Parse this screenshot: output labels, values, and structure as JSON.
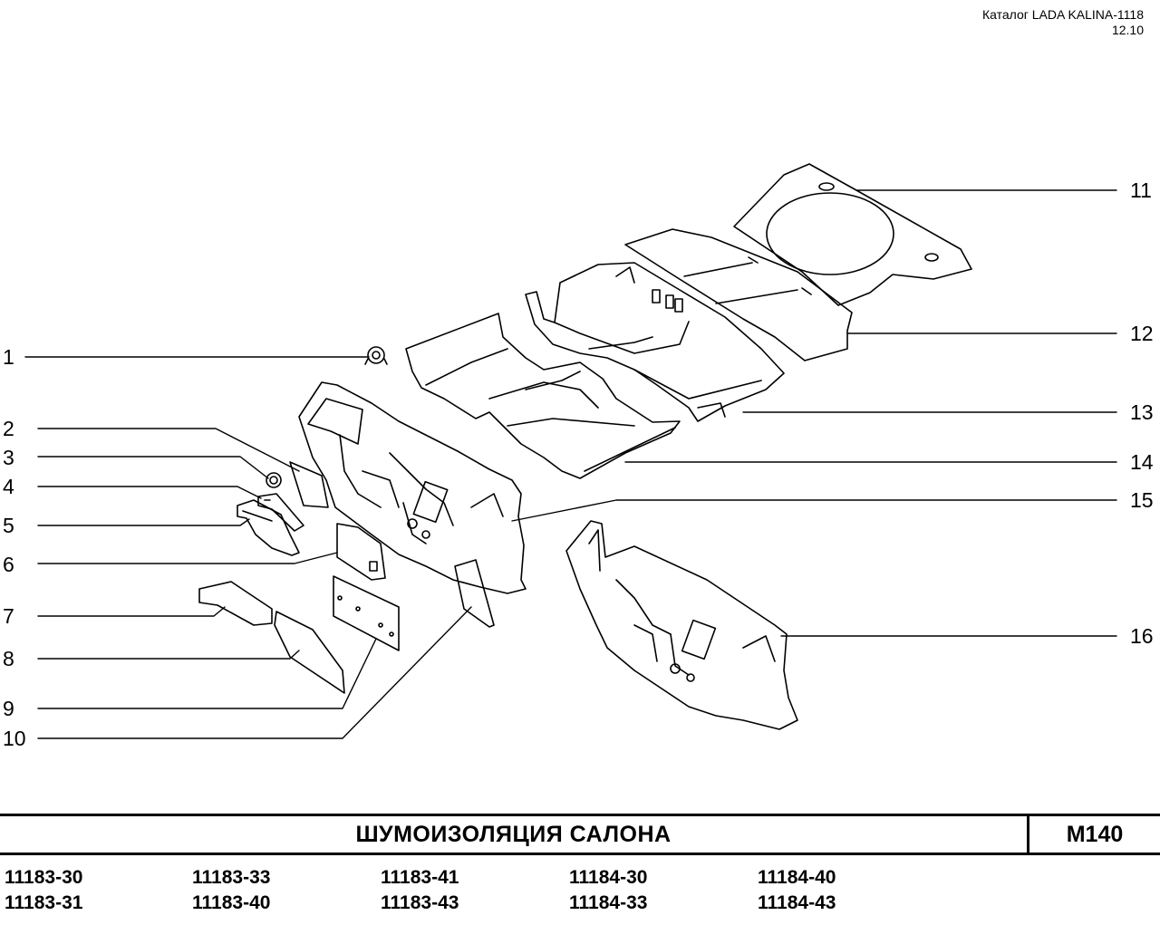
{
  "header": {
    "catalog": "Каталог LADA KALINA-1118",
    "date": "12.10"
  },
  "callouts": [
    "1",
    "2",
    "3",
    "4",
    "5",
    "6",
    "7",
    "8",
    "9",
    "10",
    "11",
    "12",
    "13",
    "14",
    "15",
    "16"
  ],
  "title": "ШУМОИЗОЛЯЦИЯ   САЛОНА",
  "section_code": "M140",
  "models": [
    [
      "11183-30",
      "11183-31"
    ],
    [
      "11183-33",
      "11183-40"
    ],
    [
      "11183-41",
      "11183-43"
    ],
    [
      "11184-30",
      "11184-33"
    ],
    [
      "11184-40",
      "11184-43"
    ]
  ]
}
